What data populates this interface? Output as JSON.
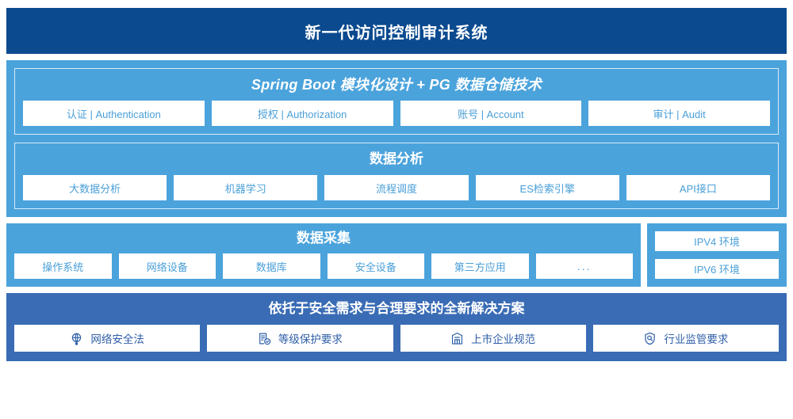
{
  "header": {
    "title": "新一代访问控制审计系统"
  },
  "platform": {
    "groups": [
      {
        "title": "Spring Boot 模块化设计 + PG 数据仓储技术",
        "items": [
          "认证 | Authentication",
          "授权 | Authorization",
          "账号 | Account",
          "审计 | Audit"
        ]
      },
      {
        "title": "数据分析",
        "items": [
          "大数据分析",
          "机器学习",
          "流程调度",
          "ES检索引擎",
          "API接口"
        ]
      }
    ]
  },
  "collection": {
    "title": "数据采集",
    "items": [
      "操作系统",
      "网络设备",
      "数据库",
      "安全设备",
      "第三方应用",
      "..."
    ],
    "environments": [
      "IPV4 环境",
      "IPV6 环境"
    ]
  },
  "compliance": {
    "title": "依托于安全需求与合理要求的全新解决方案",
    "items": [
      {
        "label": "网络安全法",
        "icon": "globe-network-icon"
      },
      {
        "label": "等级保护要求",
        "icon": "document-check-icon"
      },
      {
        "label": "上市企业规范",
        "icon": "bank-building-icon"
      },
      {
        "label": "行业监管要求",
        "icon": "shield-search-icon"
      }
    ]
  },
  "colors": {
    "header_blue": "#0b4a8f",
    "panel_light_blue": "#4ba3dc",
    "panel_dark_blue": "#3a6cb5",
    "cell_text_blue": "#4a9fd8",
    "compliance_text_blue": "#2f5fa8",
    "cell_bg": "#ffffff"
  }
}
